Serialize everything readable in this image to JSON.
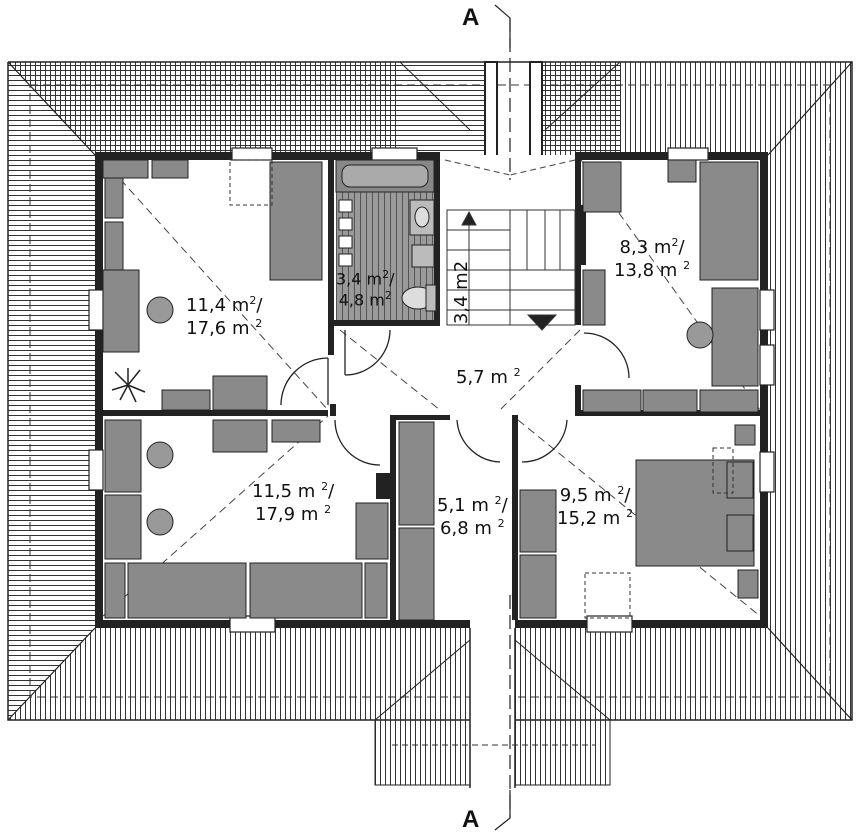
{
  "section_marker": "A",
  "rooms": [
    {
      "id": "room-nw",
      "net": "11,4 m",
      "gross": "17,6 m",
      "net_suffix": "/"
    },
    {
      "id": "bathroom",
      "net": "3,4 m",
      "gross": "4,8 m",
      "net_suffix": "/"
    },
    {
      "id": "stairs",
      "net": "3,4 m",
      "gross": "",
      "net_suffix": ""
    },
    {
      "id": "room-ne",
      "net": "8,3 m",
      "gross": "13,8 m",
      "net_suffix": "/"
    },
    {
      "id": "hall",
      "net": "5,7 m",
      "gross": "",
      "net_suffix": ""
    },
    {
      "id": "room-sw",
      "net": "11,5 m",
      "gross": "17,9 m",
      "net_suffix": "/"
    },
    {
      "id": "wardrobe",
      "net": "5,1 m",
      "gross": "6,8 m",
      "net_suffix": "/"
    },
    {
      "id": "room-se",
      "net": "9,5 m",
      "gross": "15,2 m",
      "net_suffix": "/"
    }
  ],
  "unit_sup": "2"
}
